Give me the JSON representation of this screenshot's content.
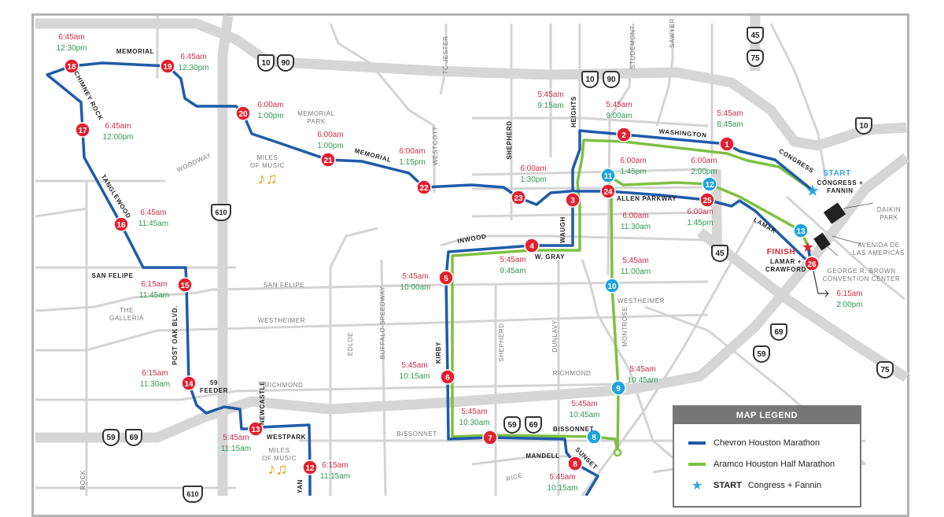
{
  "colors": {
    "marathon": "#1f5ba8",
    "half": "#7fc041",
    "marathon_marker": "#e2202f",
    "half_marker": "#1ea4dd",
    "start_time": "#cf2f4a",
    "finish_time": "#2f9a52"
  },
  "markers": [
    {
      "num": "1",
      "course": "marathon"
    },
    {
      "num": "2",
      "course": "marathon"
    },
    {
      "num": "3",
      "course": "marathon"
    },
    {
      "num": "4",
      "course": "marathon"
    },
    {
      "num": "5",
      "course": "marathon"
    },
    {
      "num": "6",
      "course": "marathon"
    },
    {
      "num": "7",
      "course": "marathon"
    },
    {
      "num": "8",
      "course": "marathon"
    },
    {
      "num": "12",
      "course": "marathon"
    },
    {
      "num": "13",
      "course": "marathon"
    },
    {
      "num": "14",
      "course": "marathon"
    },
    {
      "num": "15",
      "course": "marathon"
    },
    {
      "num": "16",
      "course": "marathon"
    },
    {
      "num": "17",
      "course": "marathon"
    },
    {
      "num": "18",
      "course": "marathon"
    },
    {
      "num": "19",
      "course": "marathon"
    },
    {
      "num": "20",
      "course": "marathon"
    },
    {
      "num": "21",
      "course": "marathon"
    },
    {
      "num": "22",
      "course": "marathon"
    },
    {
      "num": "23",
      "course": "marathon"
    },
    {
      "num": "24",
      "course": "marathon"
    },
    {
      "num": "25",
      "course": "marathon"
    },
    {
      "num": "26",
      "course": "marathon"
    },
    {
      "num": "8",
      "course": "half"
    },
    {
      "num": "9",
      "course": "half"
    },
    {
      "num": "10",
      "course": "half"
    },
    {
      "num": "11",
      "course": "half"
    },
    {
      "num": "12",
      "course": "half"
    },
    {
      "num": "13",
      "course": "half"
    }
  ],
  "splits": [
    {
      "start": "5:45am",
      "finish": "8:45am"
    },
    {
      "start": "5:45am",
      "finish": "9:00am"
    },
    {
      "start": "5:45am",
      "finish": "9:15am"
    },
    {
      "start": "5:45am",
      "finish": "9:45am"
    },
    {
      "start": "5:45am",
      "finish": "10:00am"
    },
    {
      "start": "5:45am",
      "finish": "10:15am"
    },
    {
      "start": "5:45am",
      "finish": "10:30am"
    },
    {
      "start": "5:45am",
      "finish": "10:45am"
    },
    {
      "start": "5:45am",
      "finish": "10:15am"
    },
    {
      "start": "5:45am",
      "finish": "10:45am"
    },
    {
      "start": "5:45am",
      "finish": "11:00am"
    },
    {
      "start": "6:00am",
      "finish": "1:45pm"
    },
    {
      "start": "6:00am",
      "finish": "2:00pm"
    },
    {
      "start": "6:15am",
      "finish": "2:00pm"
    },
    {
      "start": "6:00am",
      "finish": "11:30am"
    },
    {
      "start": "6:00am",
      "finish": "1:45pm"
    },
    {
      "start": "6:00am",
      "finish": "1:30pm"
    },
    {
      "start": "6:00am",
      "finish": "1:15pm"
    },
    {
      "start": "6:00am",
      "finish": "1:00pm"
    },
    {
      "start": "6:00am",
      "finish": "1:00pm"
    },
    {
      "start": "6:45am",
      "finish": "12:30pm"
    },
    {
      "start": "6:45am",
      "finish": "12:30pm"
    },
    {
      "start": "6:45am",
      "finish": "12:00pm"
    },
    {
      "start": "6:45am",
      "finish": "11:45am"
    },
    {
      "start": "6:15am",
      "finish": "11:45am"
    },
    {
      "start": "6:15am",
      "finish": "11:30am"
    },
    {
      "start": "5:45am",
      "finish": "11:15am"
    },
    {
      "start": "6:15am",
      "finish": "11:15am"
    }
  ],
  "labels": [
    "MEMORIAL",
    "CHIMNEY ROCK",
    "TANGLEWOOD",
    "WOODWAY",
    "MEMORIAL\nPARK",
    "MILES\nOF MUSIC",
    "MEMORIAL",
    "WESTCOTT",
    "TC JESTER",
    "SHEPHERD",
    "HEIGHTS",
    "STUDEMONT",
    "SAWYER",
    "WASHINGTON",
    "CONGRESS",
    "CONGRESS +\nFANNIN",
    "DAIKIN\nPARK",
    "AVENIDA DE\nLAS AMERICAS",
    "GEORGE R. BROWN\nCONVENTION CENTER",
    "LAMAR +\nCRAWFORD",
    "LAMAR",
    "ALLEN PARKWAY",
    "WAUGH",
    "INWOOD",
    "W. GRAY",
    "SAN FELIPE",
    "SAN FELIPE",
    "THE\nGALLERIA",
    "WESTHEIMER",
    "WESTHEIMER",
    "POST OAK BLVD.",
    "EDLOE",
    "BUFFALO SPEEDWAY",
    "KIRBY",
    "SHEPHERD",
    "DUNLAVY",
    "MONTROSE",
    "RICHMOND",
    "RICHMOND",
    "59\nFEEDER",
    "NEWCASTLE",
    "WESTPARK",
    "MILES\nOF MUSIC",
    "BISSONNET",
    "BISSONNET",
    "MANDELL",
    "SUNSET",
    "RICE",
    "ROCK",
    "YAN"
  ],
  "start_label": "START",
  "finish_label": "FINISH",
  "shields": [
    "10",
    "90",
    "10",
    "90",
    "45",
    "75",
    "10",
    "610",
    "45",
    "69",
    "59",
    "75",
    "59",
    "69",
    "59",
    "69",
    "610"
  ],
  "icons": {
    "music": "music-notes-icon",
    "start": "star-icon",
    "finish": "star-icon"
  },
  "legend": {
    "title": "MAP LEGEND",
    "items": [
      {
        "label": "Chevron Houston Marathon",
        "type": "line",
        "color": "#1f5ba8"
      },
      {
        "label": "Aramco Houston Half Marathon",
        "type": "line",
        "color": "#7fc041"
      },
      {
        "bold": "START",
        "label": "Congress + Fannin",
        "type": "star",
        "color": "#2aa5e0"
      }
    ]
  }
}
